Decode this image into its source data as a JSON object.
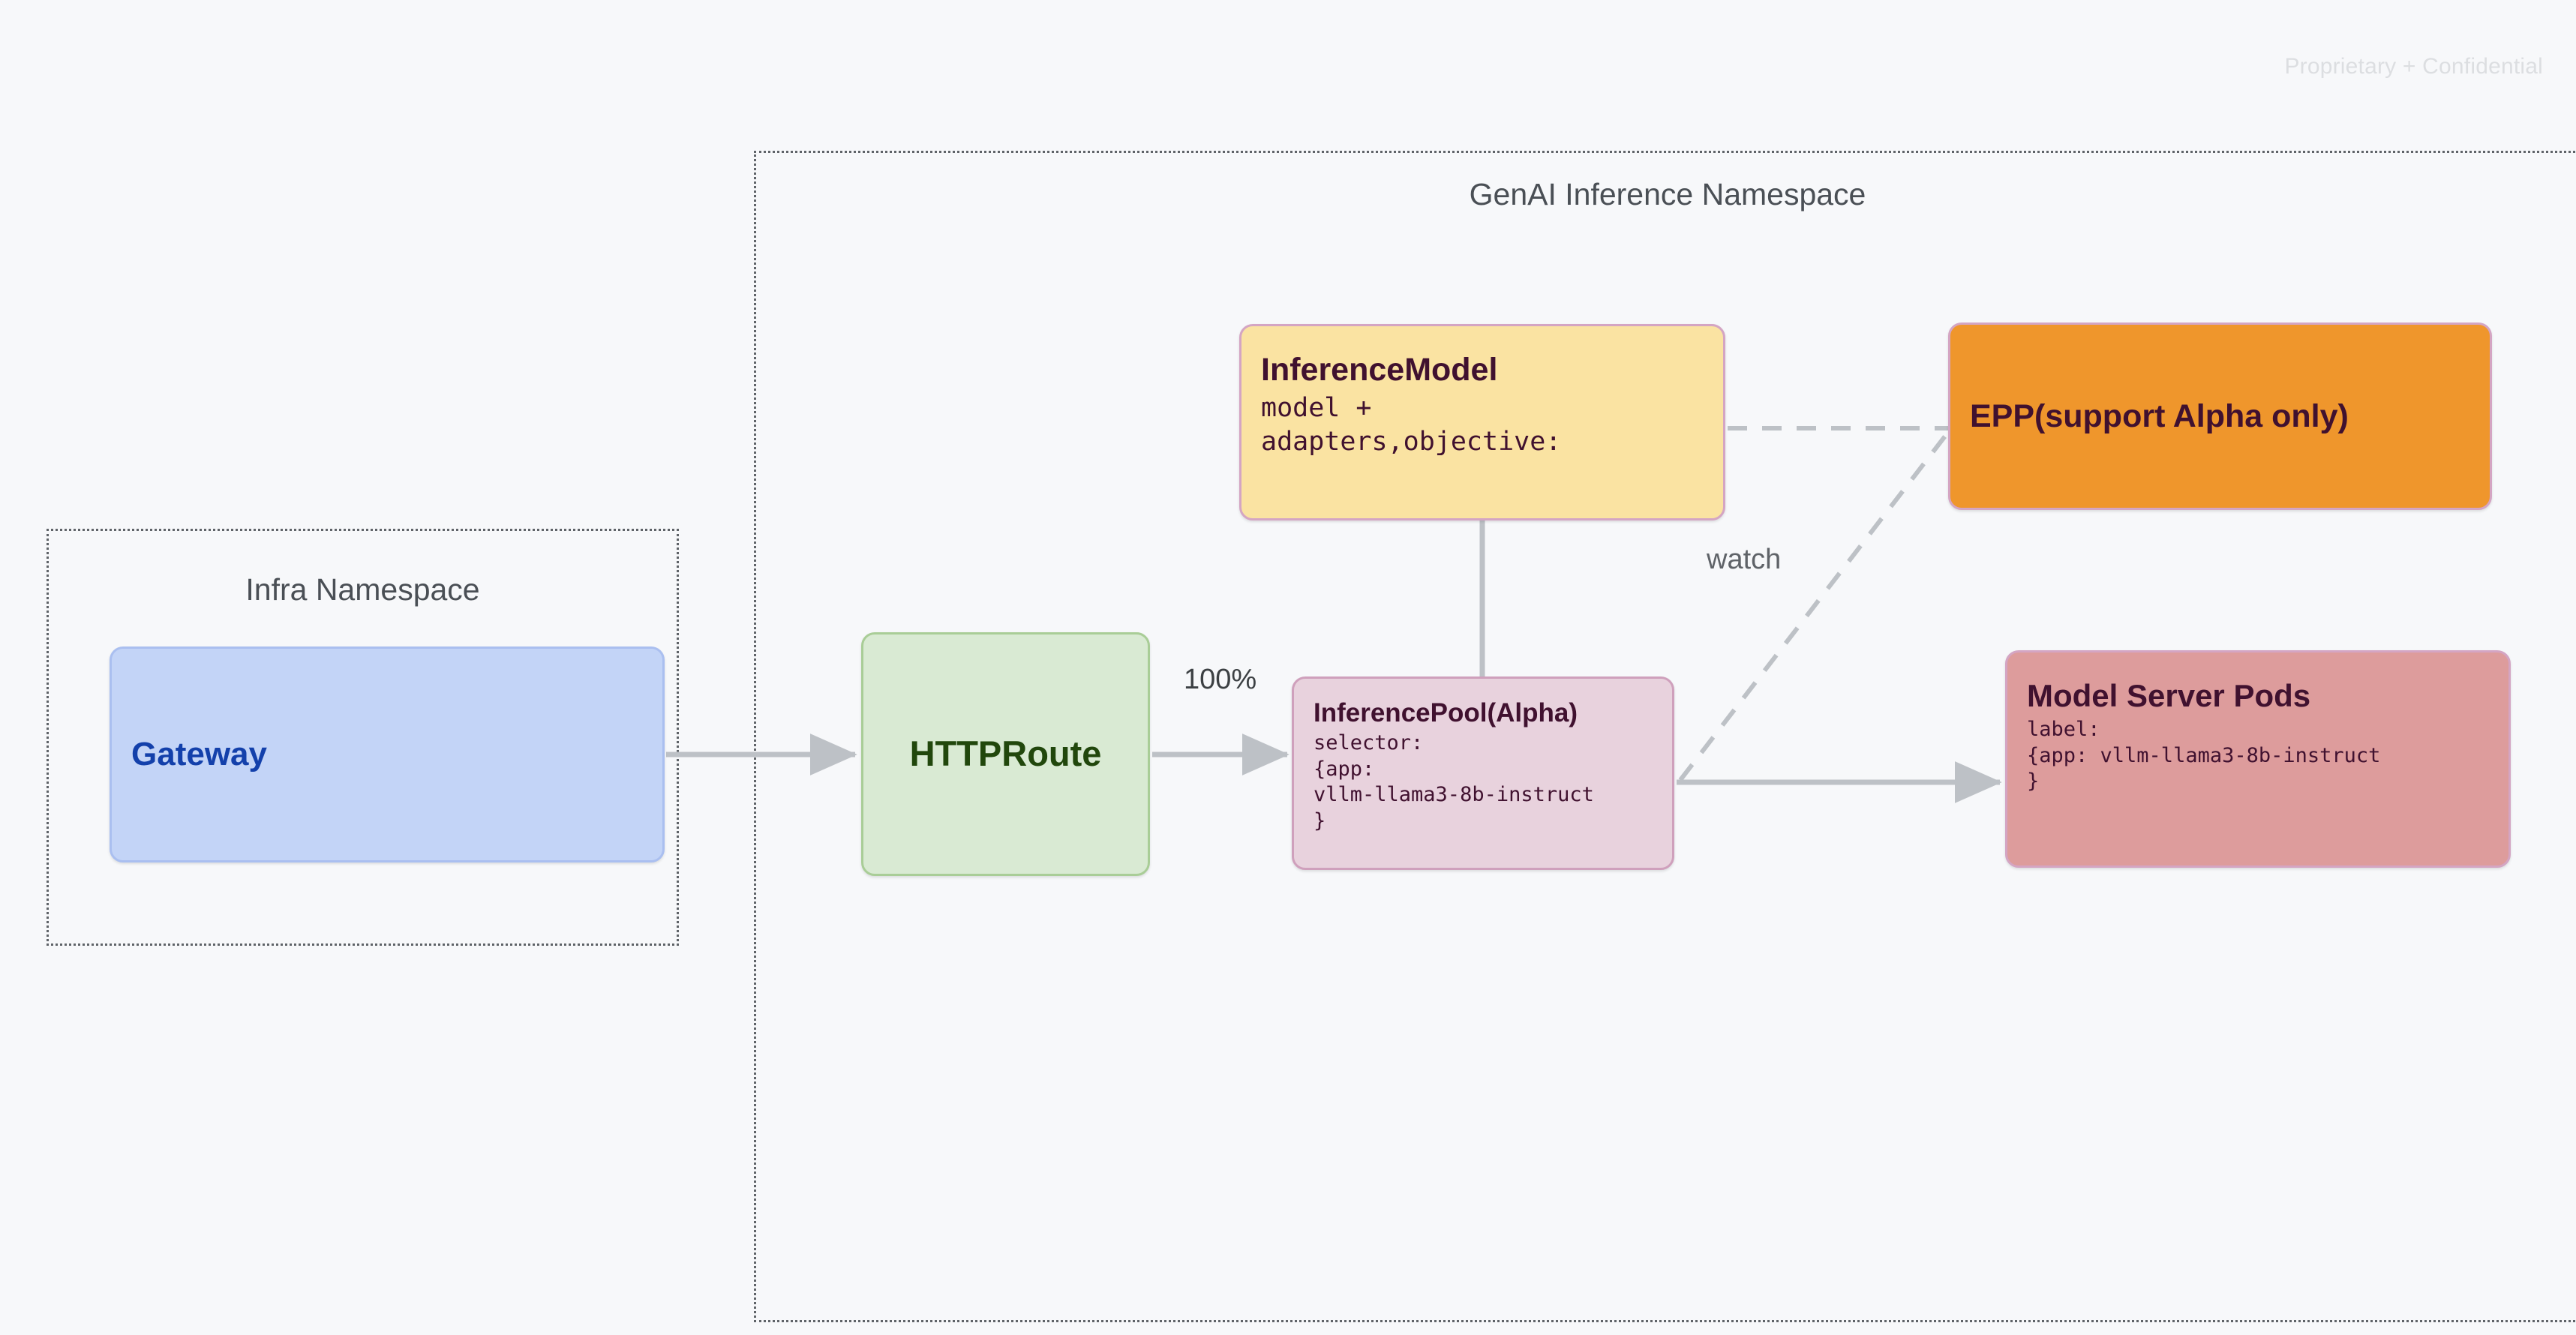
{
  "watermark": "Proprietary + Confidential",
  "namespaces": [
    {
      "id": "infra",
      "title": "Infra Namespace"
    },
    {
      "id": "genai",
      "title": "GenAI Inference Namespace"
    }
  ],
  "nodes": {
    "gateway": {
      "title": "Gateway",
      "fill": "#c3d4f7",
      "text_color": "#1340ab"
    },
    "httproute": {
      "title": "HTTPRoute",
      "fill": "#d9ead3",
      "text_color": "#21470c"
    },
    "inferencemodel": {
      "title": "InferenceModel",
      "sub": "model +\nadapters,objective:",
      "fill": "#fae3a2",
      "text_color": "#40112f"
    },
    "inferencepool": {
      "title": "InferencePool(Alpha)",
      "sub": "selector:\n{app:\nvllm-llama3-8b-instruct\n}",
      "fill": "#e8d2dd",
      "text_color": "#40112f"
    },
    "epp": {
      "title": "EPP(support Alpha only)",
      "fill": "#ef962c",
      "text_color": "#40112f"
    },
    "modelserverpods": {
      "title": "Model Server Pods",
      "sub": "label:\n{app: vllm-llama3-8b-instruct\n}",
      "fill": "#dd9c9c",
      "text_color": "#40112f"
    }
  },
  "edges": [
    {
      "id": "gateway-to-httproute",
      "from": "gateway",
      "to": "httproute",
      "label": "",
      "style": "solid-arrow"
    },
    {
      "id": "httproute-to-inferencepool",
      "from": "httproute",
      "to": "inferencepool",
      "label": "100%",
      "style": "solid-arrow"
    },
    {
      "id": "inferencemodel-to-inferencepool",
      "from": "inferencemodel",
      "to": "inferencepool",
      "label": "",
      "style": "solid-line"
    },
    {
      "id": "inferencepool-to-modelserverpods",
      "from": "inferencepool",
      "to": "modelserverpods",
      "label": "",
      "style": "solid-arrow"
    },
    {
      "id": "inferencemodel-to-epp",
      "from": "inferencemodel",
      "to": "epp",
      "label": "",
      "style": "dashed"
    },
    {
      "id": "inferencepool-to-epp",
      "from": "inferencepool",
      "to": "epp",
      "label": "watch",
      "style": "dashed"
    }
  ],
  "edge_labels": {
    "traffic_weight": "100%",
    "watch": "watch"
  },
  "colors": {
    "background": "#f7f8fa",
    "edge_stroke": "#bdc1c6",
    "namespace_border": "#5f6368",
    "watermark": "#dcdee1"
  }
}
